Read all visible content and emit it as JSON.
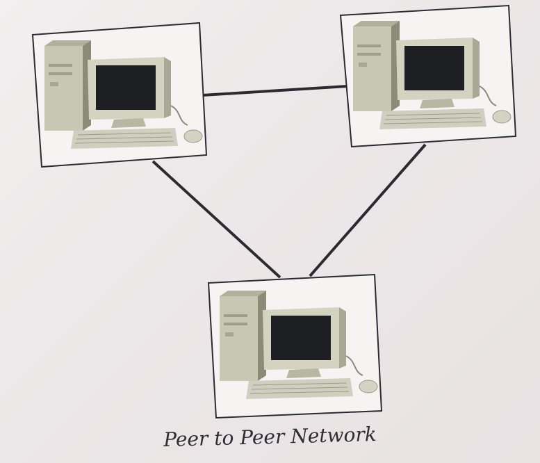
{
  "diagram": {
    "caption": "Peer to Peer Network",
    "nodes": [
      {
        "id": "computer-top-left",
        "icon": "desktop-computer-icon"
      },
      {
        "id": "computer-top-right",
        "icon": "desktop-computer-icon"
      },
      {
        "id": "computer-bottom",
        "icon": "desktop-computer-icon"
      }
    ],
    "links": [
      {
        "from": "computer-top-left",
        "to": "computer-top-right"
      },
      {
        "from": "computer-top-left",
        "to": "computer-bottom"
      },
      {
        "from": "computer-top-right",
        "to": "computer-bottom"
      }
    ],
    "colors": {
      "frame": "#2b2a30",
      "case": "#c9c8b6",
      "screen": "#1c1e22",
      "keyboard": "#cfcfbf",
      "background": "#eeeaea"
    }
  }
}
